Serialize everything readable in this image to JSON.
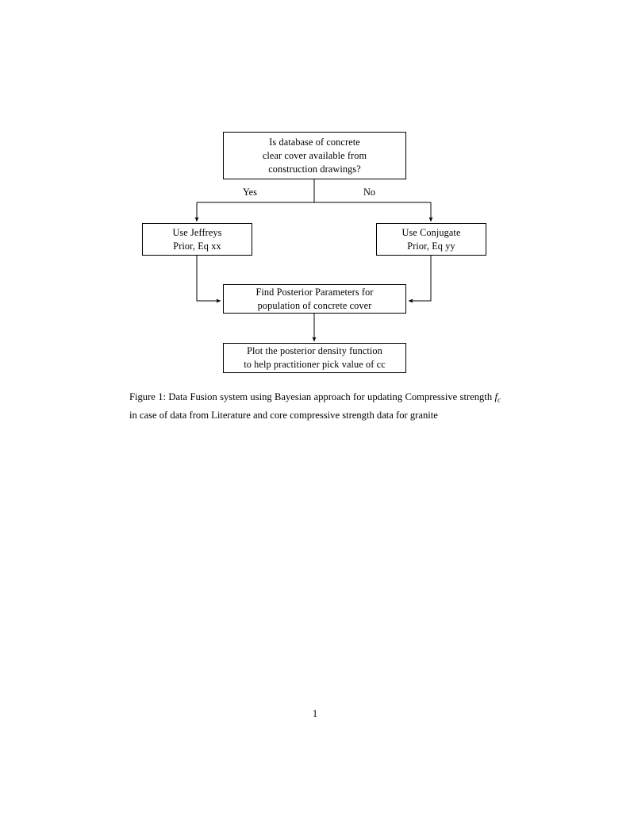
{
  "document": {
    "page_number": "1"
  },
  "figure": {
    "nodes": [
      {
        "id": "question",
        "lines": [
          "Is database of concrete",
          "clear cover available from",
          "construction drawings?"
        ]
      },
      {
        "id": "jeffreys",
        "lines": [
          "Use Jeffreys",
          "Prior, Eq xx"
        ]
      },
      {
        "id": "conjugate",
        "lines": [
          "Use Conjugate",
          "Prior, Eq yy"
        ]
      },
      {
        "id": "posterior",
        "lines": [
          "Find Posterior Parameters for",
          "population of concrete cover"
        ]
      },
      {
        "id": "plot",
        "lines": [
          "Plot the posterior density function",
          "to help practitioner pick value of cc"
        ]
      }
    ],
    "edge_labels": {
      "yes": "Yes",
      "no": "No"
    },
    "line_color": "#000000"
  },
  "caption": {
    "label": "Figure 1:",
    "text_before_math": " Data Fusion system using Bayesian approach for updating Compressive strength ",
    "math_symbol": "f",
    "math_subscript": "c",
    "text_after_math": " in case of data from Literature and core compressive strength data for granite"
  }
}
